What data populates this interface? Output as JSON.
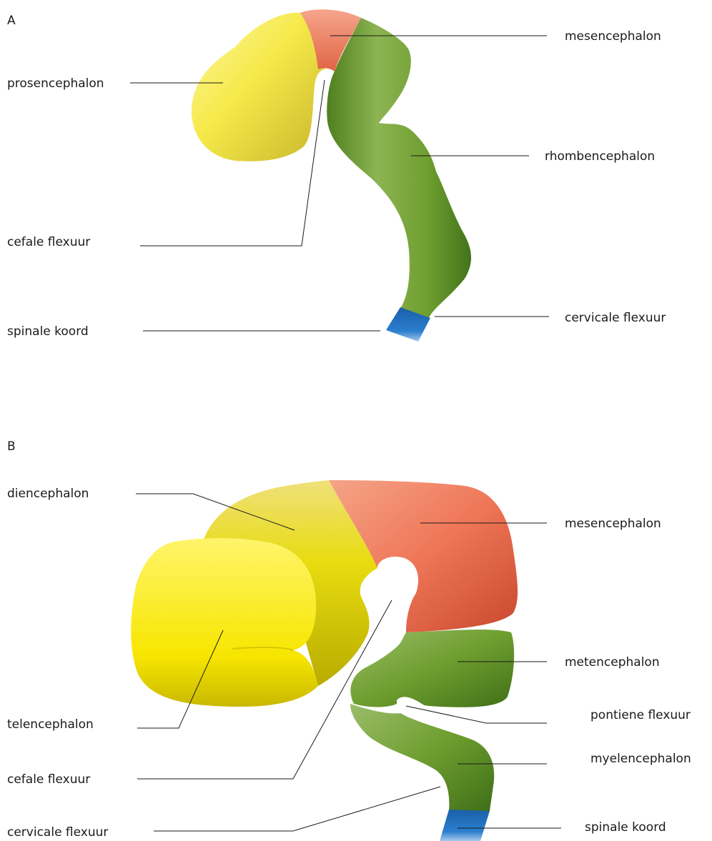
{
  "panel_a": {
    "panel_label": "A",
    "labels": {
      "mesencephalon": "mesencephalon",
      "prosencephalon": "prosencephalon",
      "rhombencephalon": "rhombencephalon",
      "cefale_flexuur": "cefale flexuur",
      "spinale_koord": "spinale koord",
      "cervicale_flexuur": "cervicale flexuur"
    }
  },
  "panel_b": {
    "panel_label": "B",
    "labels": {
      "diencephalon": "diencephalon",
      "mesencephalon": "mesencephalon",
      "metencephalon": "metencephalon",
      "telencephalon": "telencephalon",
      "pontiene_flexuur": "pontiene flexuur",
      "myelencephalon": "myelencephalon",
      "cefale_flexuur": "cefale flexuur",
      "cervicale_flexuur": "cervicale flexuur",
      "spinale_koord": "spinale koord"
    }
  },
  "colors": {
    "prosencephalon": "#f2e84a",
    "mesencephalon": "#ee7a5a",
    "rhombencephalon": "#6a9a2e",
    "spinal_cord": "#1f6fb8",
    "telencephalon": "#f7e600",
    "diencephalon": "#e9dc2a"
  }
}
